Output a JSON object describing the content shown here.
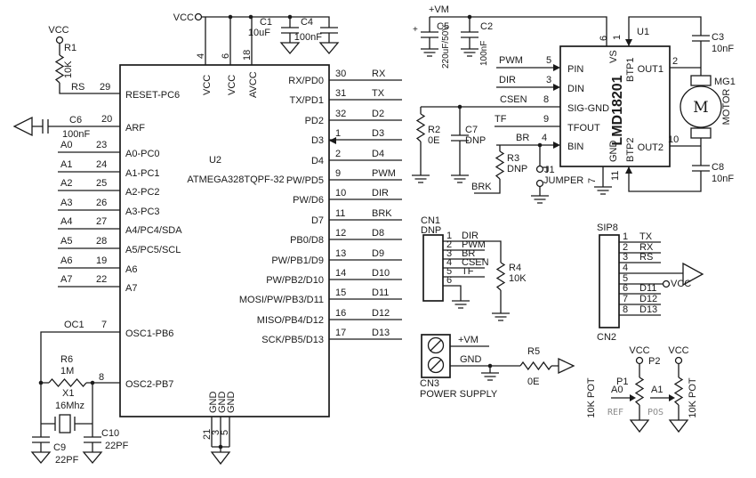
{
  "nets": {
    "vcc": "VCC",
    "vm": "+VM",
    "brk": "BRK"
  },
  "mcu": {
    "ref": "U2",
    "part": "ATMEGA328TQPF-32",
    "left_pins": [
      {
        "name": "RESET-PC6",
        "num": "29",
        "net": "RS"
      },
      {
        "name": "ARF",
        "num": "20",
        "net": ""
      },
      {
        "name": "A0-PC0",
        "num": "23",
        "net": "A0"
      },
      {
        "name": "A1-PC1",
        "num": "24",
        "net": "A1"
      },
      {
        "name": "A2-PC2",
        "num": "25",
        "net": "A2"
      },
      {
        "name": "A3-PC3",
        "num": "26",
        "net": "A3"
      },
      {
        "name": "A4/PC4/SDA",
        "num": "27",
        "net": "A4"
      },
      {
        "name": "A5/PC5/SCL",
        "num": "28",
        "net": "A5"
      },
      {
        "name": "A6",
        "num": "19",
        "net": "A6"
      },
      {
        "name": "A7",
        "num": "22",
        "net": "A7"
      },
      {
        "name": "OSC1-PB6",
        "num": "7",
        "net": "OC1"
      },
      {
        "name": "OSC2-PB7",
        "num": "8",
        "net": ""
      }
    ],
    "right_pins": [
      {
        "name": "RX/PD0",
        "num": "30",
        "net": "RX"
      },
      {
        "name": "TX/PD1",
        "num": "31",
        "net": "TX"
      },
      {
        "name": "PD2",
        "num": "32",
        "net": "D2"
      },
      {
        "name": "D3",
        "num": "1",
        "net": "D3"
      },
      {
        "name": "D4",
        "num": "2",
        "net": "D4"
      },
      {
        "name": "PW/PD5",
        "num": "9",
        "net": "PWM"
      },
      {
        "name": "PW/D6",
        "num": "10",
        "net": "DIR"
      },
      {
        "name": "D7",
        "num": "11",
        "net": "BRK"
      },
      {
        "name": "PB0/D8",
        "num": "12",
        "net": "D8"
      },
      {
        "name": "PW/PB1/D9",
        "num": "13",
        "net": "D9"
      },
      {
        "name": "PW/PB2/D10",
        "num": "14",
        "net": "D10"
      },
      {
        "name": "MOSI/PW/PB3/D11",
        "num": "15",
        "net": "D11"
      },
      {
        "name": "MISO/PB4/D12",
        "num": "16",
        "net": "D12"
      },
      {
        "name": "SCK/PB5/D13",
        "num": "17",
        "net": "D13"
      }
    ],
    "top_pins": [
      {
        "num": "4",
        "name": "VCC"
      },
      {
        "num": "6",
        "name": "VCC"
      },
      {
        "num": "18",
        "name": "AVCC"
      }
    ],
    "bottom_pins": [
      {
        "num": "21",
        "name": "GND"
      },
      {
        "num": "3",
        "name": "GND"
      },
      {
        "num": "5",
        "name": "GND"
      }
    ]
  },
  "driver": {
    "ref": "U1",
    "part": "LMD18201",
    "left_pins": [
      {
        "net": "PWM",
        "num": "5",
        "name": "PIN"
      },
      {
        "net": "DIR",
        "num": "3",
        "name": "DIN"
      },
      {
        "net": "CSEN",
        "num": "8",
        "name": "SIG-GND"
      },
      {
        "net": "TF",
        "num": "9",
        "name": "TFOUT"
      },
      {
        "net": "BR",
        "num": "4",
        "name": "BIN"
      }
    ],
    "top_pins": [
      {
        "num": "6",
        "name": "VS"
      },
      {
        "num": "1",
        "name": "BTP1"
      }
    ],
    "bottom_pins": [
      {
        "num": "7",
        "name": "GND"
      },
      {
        "num": "11",
        "name": "BTP2"
      }
    ],
    "right_pins": [
      {
        "num": "2",
        "name": "OUT1"
      },
      {
        "num": "10",
        "name": "OUT2"
      }
    ]
  },
  "motor": {
    "ref": "MG1",
    "label": "MOTOR",
    "symbol": "M"
  },
  "components": {
    "r1": {
      "ref": "R1",
      "value": "10K"
    },
    "r2": {
      "ref": "R2",
      "value": "0E"
    },
    "r3": {
      "ref": "R3",
      "value": "DNP"
    },
    "r4": {
      "ref": "R4",
      "value": "10K"
    },
    "r5": {
      "ref": "R5",
      "value": "0E"
    },
    "r6": {
      "ref": "R6",
      "value": "1M"
    },
    "c1": {
      "ref": "C1",
      "value": "10uF"
    },
    "c2": {
      "ref": "C2",
      "value": "100nF"
    },
    "c3": {
      "ref": "C3",
      "value": "10nF"
    },
    "c4": {
      "ref": "C4",
      "value": "100nF"
    },
    "c5": {
      "ref": "C5",
      "value": "220uF/50V",
      "polarity": "+"
    },
    "c6": {
      "ref": "C6",
      "value": "100nF"
    },
    "c7": {
      "ref": "C7",
      "value": "DNP"
    },
    "c8": {
      "ref": "C8",
      "value": "10nF"
    },
    "c9": {
      "ref": "C9",
      "value": "22PF"
    },
    "c10": {
      "ref": "C10",
      "value": "22PF"
    },
    "x1": {
      "ref": "X1",
      "value": "16Mhz"
    },
    "j1": {
      "ref": "J1",
      "label": "JUMPER"
    }
  },
  "connectors": {
    "cn1": {
      "ref": "CN1",
      "note": "DNP",
      "pins": [
        {
          "num": "1",
          "net": "DIR"
        },
        {
          "num": "2",
          "net": "PWM"
        },
        {
          "num": "3",
          "net": "BR"
        },
        {
          "num": "4",
          "net": "CSEN"
        },
        {
          "num": "5",
          "net": "TF"
        },
        {
          "num": "6",
          "net": ""
        }
      ]
    },
    "cn2": {
      "ref": "CN2",
      "type": "SIP8",
      "pins": [
        {
          "num": "1",
          "net": "TX"
        },
        {
          "num": "2",
          "net": "RX"
        },
        {
          "num": "3",
          "net": "RS"
        },
        {
          "num": "4",
          "net": ""
        },
        {
          "num": "5",
          "net": "VCC"
        },
        {
          "num": "6",
          "net": "D11"
        },
        {
          "num": "7",
          "net": "D12"
        },
        {
          "num": "8",
          "net": "D13"
        }
      ]
    },
    "cn3": {
      "ref": "CN3",
      "label": "POWER SUPPLY",
      "pins": [
        {
          "net": "+VM"
        },
        {
          "net": "GND"
        }
      ]
    }
  },
  "pots": {
    "p1": {
      "ref": "P1",
      "value": "10K POT",
      "wiper": "A0",
      "tag": "REF",
      "supply": "VCC"
    },
    "p2": {
      "ref": "P2",
      "value": "10K POT",
      "wiper": "A1",
      "tag": "POS",
      "supply": "VCC"
    }
  }
}
